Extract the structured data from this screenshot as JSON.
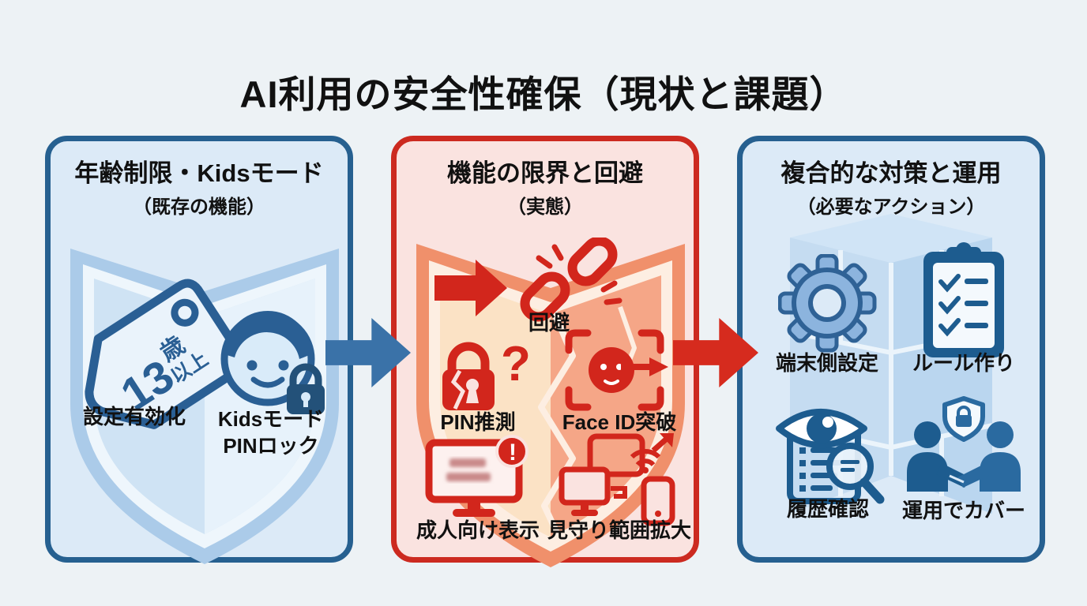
{
  "title": "AI利用の安全性確保（現状と課題）",
  "colors": {
    "page_bg": "#edf2f5",
    "blue_panel_bg": "#dceaf7",
    "blue_panel_border": "#266090",
    "red_panel_bg": "#fae3e0",
    "red_panel_border": "#cc2a20",
    "blue_arrow": "#3a72a8",
    "red_arrow": "#d62b1e",
    "icon_blue": "#2a5f94",
    "icon_red": "#d2261c",
    "text": "#111111"
  },
  "panel_left": {
    "title": "年齢制限・Kidsモード",
    "subtitle": "（既存の機能）",
    "age_tag": {
      "number": "13",
      "unit": "歳",
      "suffix": "以上"
    },
    "items": [
      {
        "label": "設定有効化"
      },
      {
        "label_line1": "Kidsモード",
        "label_line2": "PINロック"
      }
    ]
  },
  "panel_middle": {
    "title": "機能の限界と回避",
    "subtitle": "（実態）",
    "items": [
      {
        "label": "回避"
      },
      {
        "label": "PIN推測",
        "mark": "?"
      },
      {
        "label": "Face ID突破"
      },
      {
        "label": "成人向け表示",
        "badge": "!"
      },
      {
        "label": "見守り範囲拡大"
      }
    ]
  },
  "panel_right": {
    "title": "複合的な対策と運用",
    "subtitle": "（必要なアクション）",
    "items": [
      {
        "label": "端末側設定"
      },
      {
        "label": "ルール作り"
      },
      {
        "label": "履歴確認"
      },
      {
        "label": "運用でカバー"
      }
    ]
  }
}
